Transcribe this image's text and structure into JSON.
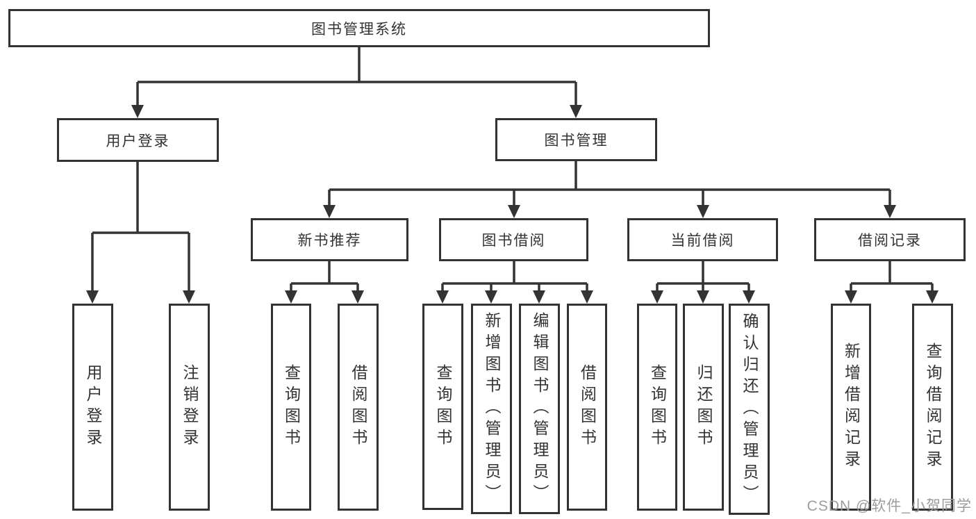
{
  "diagram": {
    "type": "hierarchy-tree",
    "colors": {
      "line": "#333333",
      "box_border": "#333333",
      "box_bg": "#ffffff",
      "text": "#333333",
      "watermark": "#9c9c9c"
    },
    "tree": {
      "label": "图书管理系统",
      "children": [
        {
          "label": "用户登录",
          "children": [
            {
              "label": "用户登录"
            },
            {
              "label": "注销登录"
            }
          ]
        },
        {
          "label": "图书管理",
          "children": [
            {
              "label": "新书推荐",
              "children": [
                {
                  "label": "查询图书"
                },
                {
                  "label": "借阅图书"
                }
              ]
            },
            {
              "label": "图书借阅",
              "children": [
                {
                  "label": "查询图书"
                },
                {
                  "label": "新增图书（管理员）"
                },
                {
                  "label": "编辑图书（管理员）"
                },
                {
                  "label": "借阅图书"
                }
              ]
            },
            {
              "label": "当前借阅",
              "children": [
                {
                  "label": "查询图书"
                },
                {
                  "label": "归还图书"
                },
                {
                  "label": "确认归还（管理员）"
                }
              ]
            },
            {
              "label": "借阅记录",
              "children": [
                {
                  "label": "新增借阅记录"
                },
                {
                  "label": "查询借阅记录"
                }
              ]
            }
          ]
        }
      ]
    },
    "watermark": {
      "text": "CSDN @软件_小贺同学"
    }
  }
}
